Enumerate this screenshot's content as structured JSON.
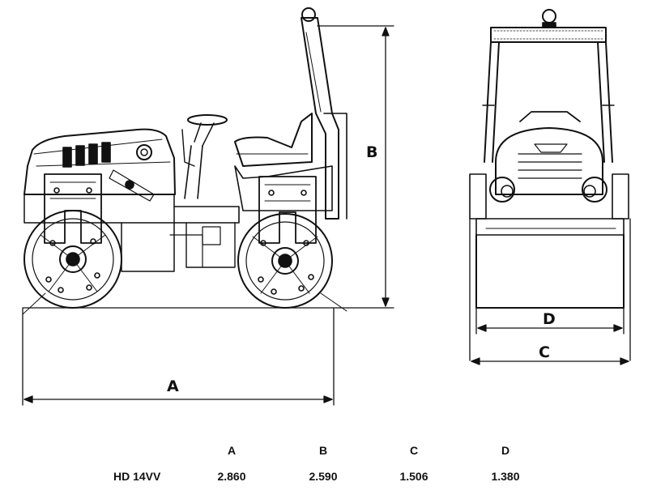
{
  "dimension_labels": {
    "a": "A",
    "b": "B",
    "c": "C",
    "d": "D"
  },
  "spec_table": {
    "headers": [
      "A",
      "B",
      "C",
      "D"
    ],
    "rows": [
      {
        "model": "HD 14VV",
        "values": [
          "2.860",
          "2.590",
          "1.506",
          "1.380"
        ]
      }
    ]
  },
  "colors": {
    "line": "#111111",
    "background": "#ffffff"
  }
}
